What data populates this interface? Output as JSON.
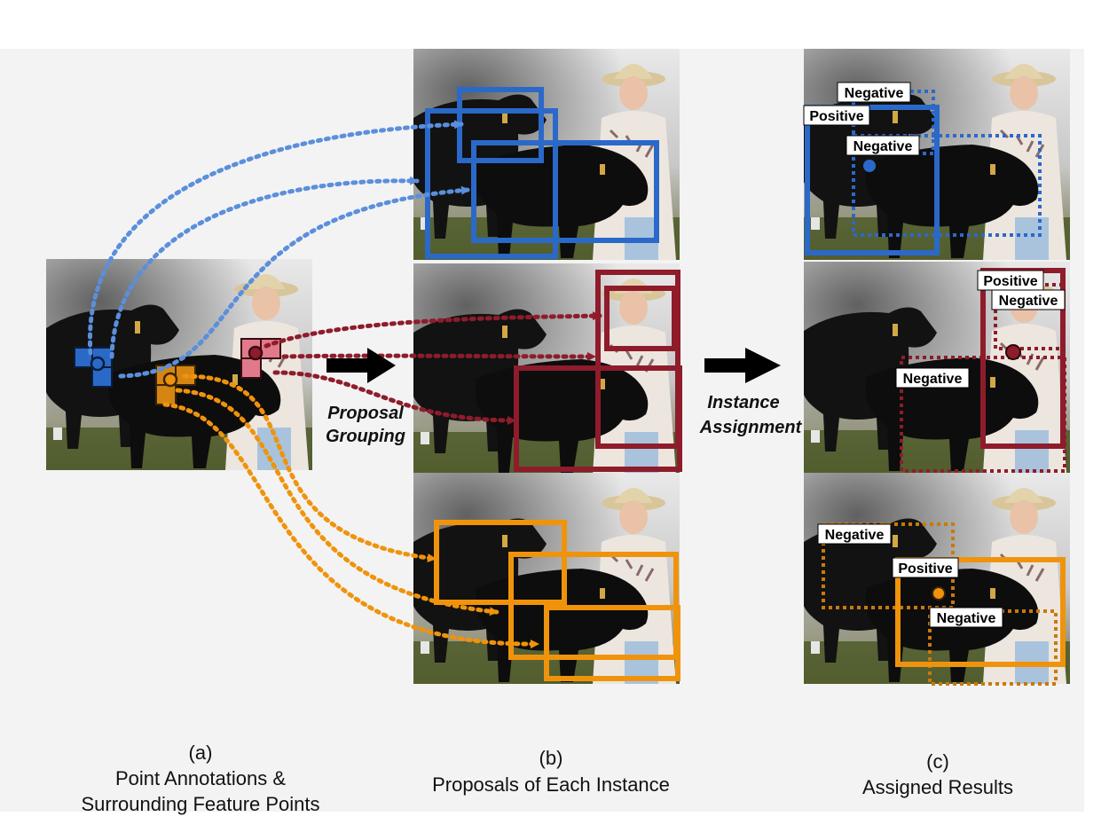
{
  "colors": {
    "blue": "#2b69c9",
    "blue_light": "#5b8fdc",
    "red": "#8e1c2b",
    "pink": "#e07a8a",
    "orange": "#f0930c",
    "orange_dark": "#c9790a",
    "background": "#f3f3f3",
    "arrow": "#000000"
  },
  "stage_labels": {
    "proposal_line1": "Proposal",
    "proposal_line2": "Grouping",
    "instance_line1": "Instance",
    "instance_line2": "Assignment"
  },
  "captions": {
    "a_label": "(a)",
    "a_line1": "Point Annotations &",
    "a_line2": "Surrounding Feature Points",
    "b_label": "(b)",
    "b_line1": "Proposals of Each Instance",
    "c_label": "(c)",
    "c_line1": "Assigned Results"
  },
  "tags": {
    "positive": "Positive",
    "negative": "Negative"
  },
  "icons": {
    "left_arrow": "right-arrow-icon",
    "right_arrow": "right-arrow-icon"
  }
}
